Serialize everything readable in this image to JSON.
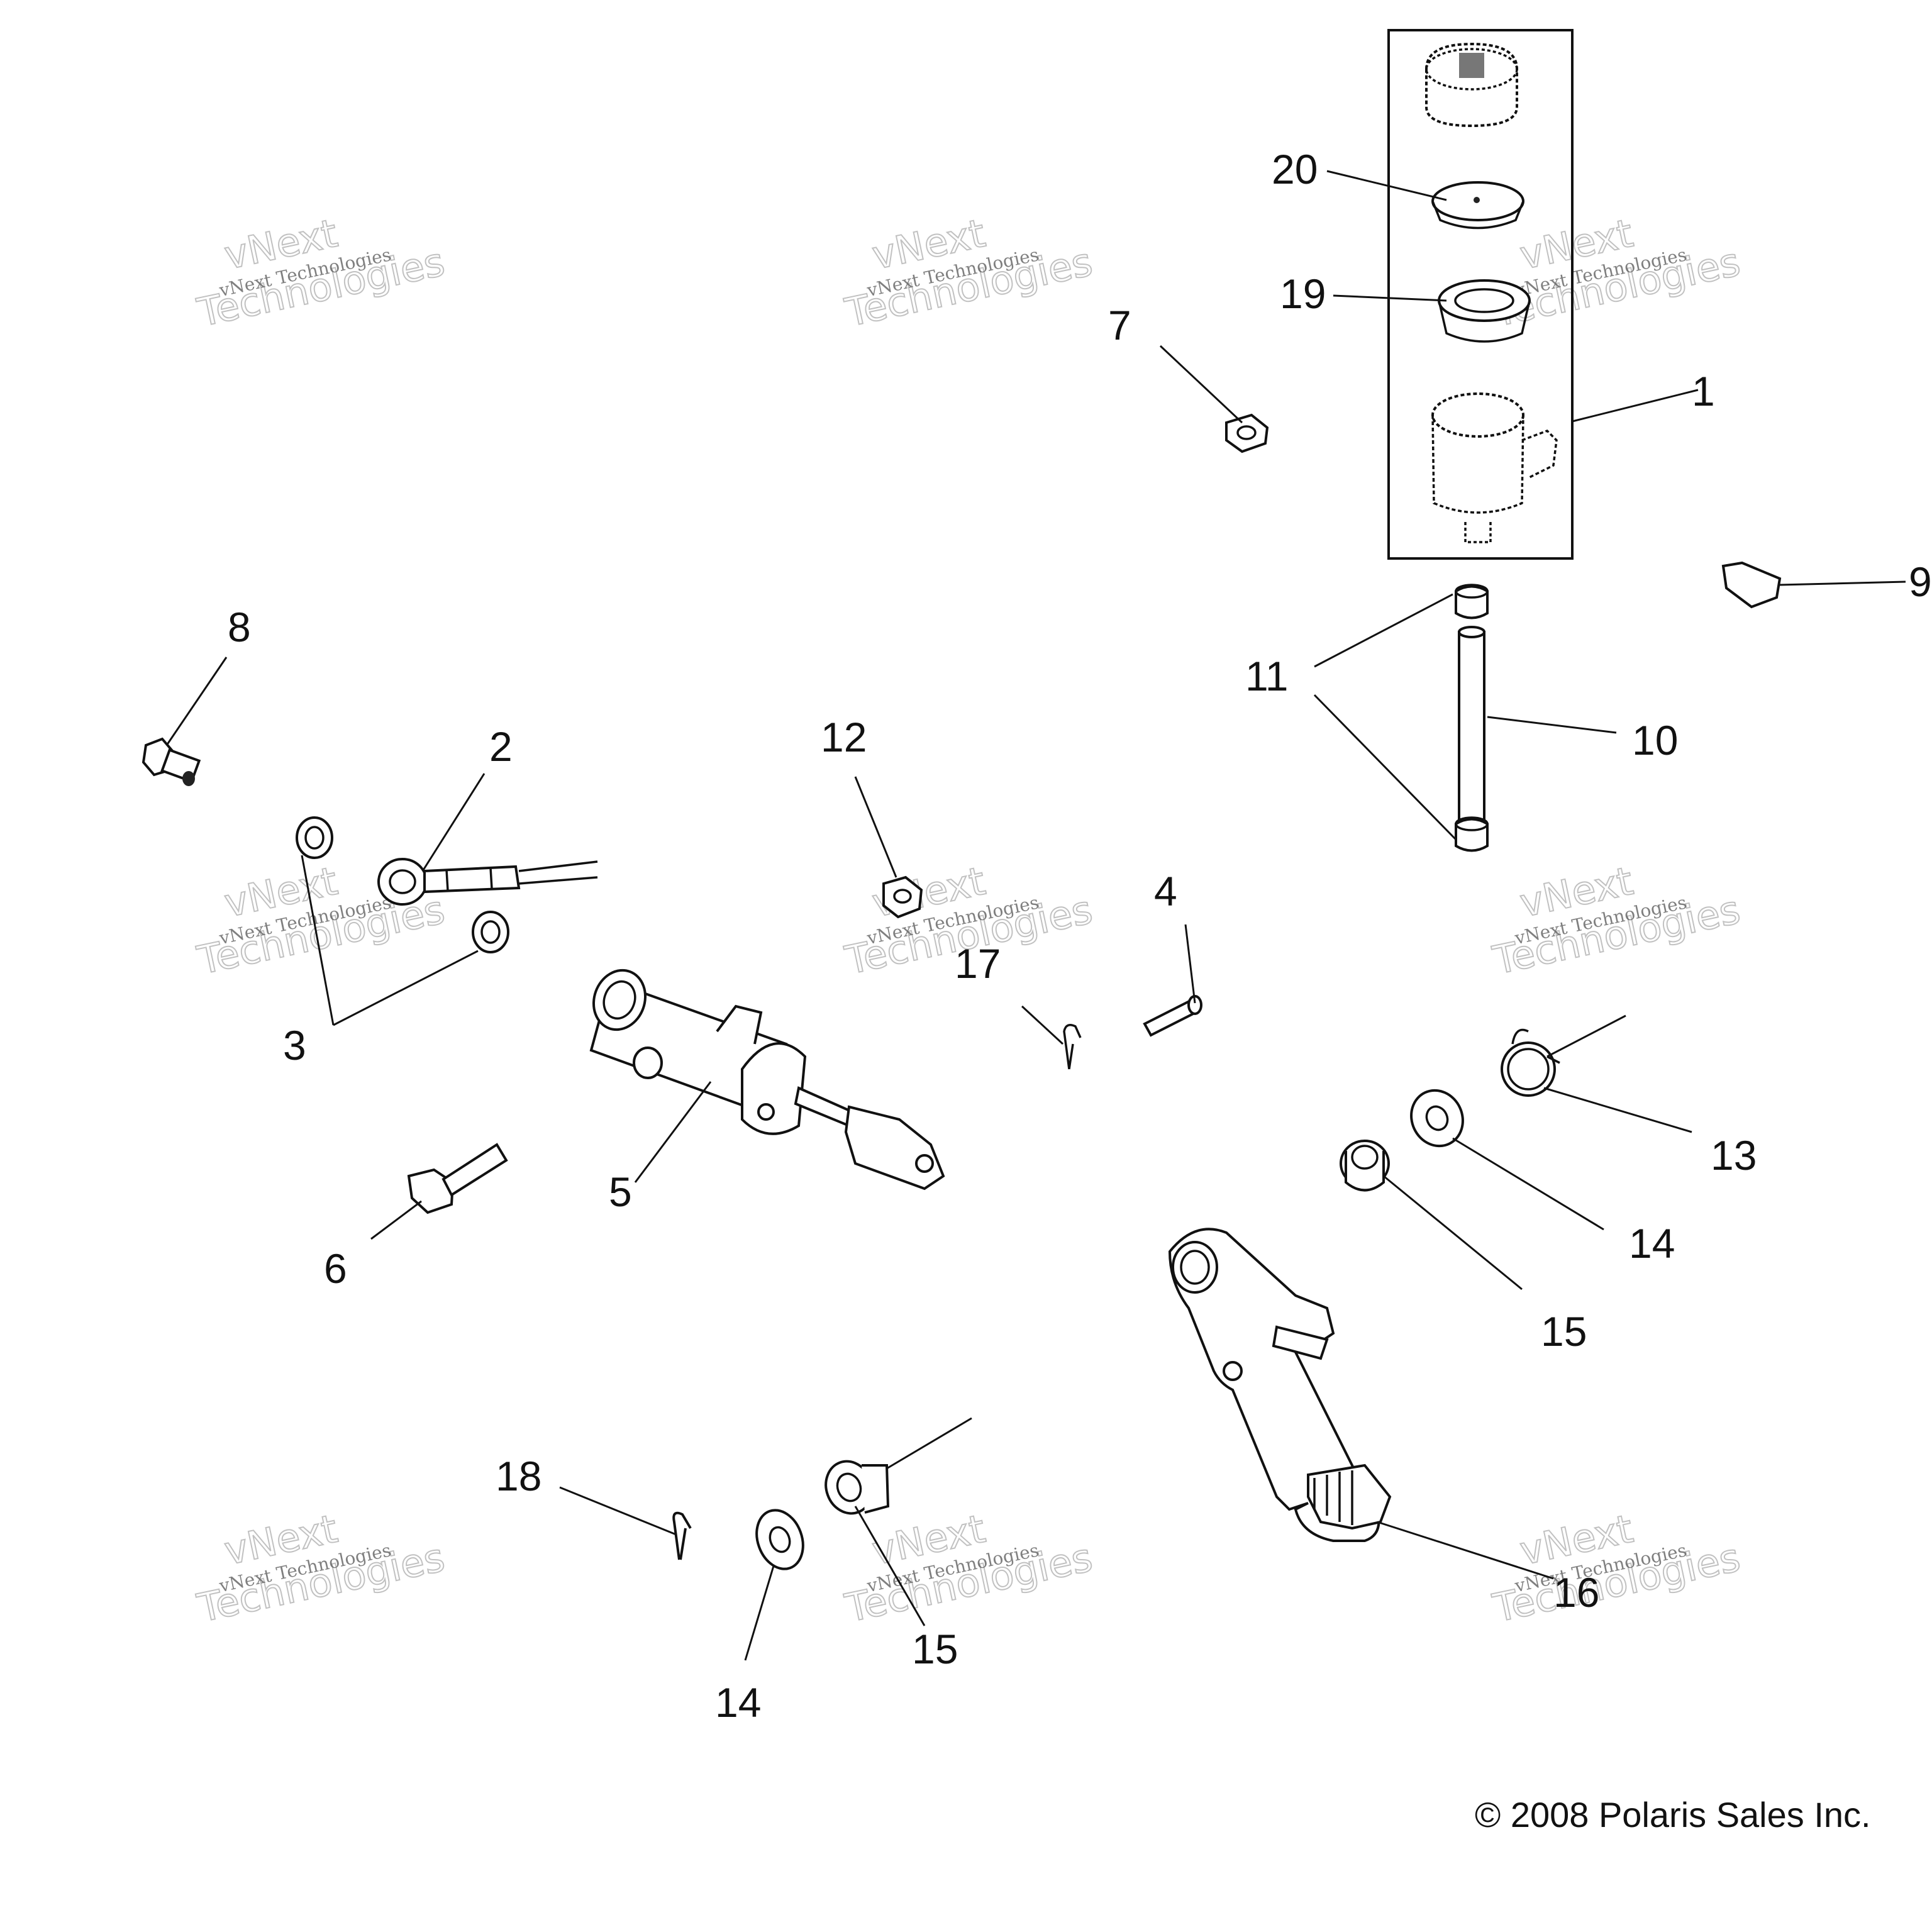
{
  "labels": {
    "l1": "1",
    "l2": "2",
    "l3": "3",
    "l4": "4",
    "l5": "5",
    "l6": "6",
    "l7": "7",
    "l8": "8",
    "l9": "9",
    "l10": "10",
    "l11": "11",
    "l12": "12",
    "l13": "13",
    "l14a": "14",
    "l14b": "14",
    "l15a": "15",
    "l15b": "15",
    "l16": "16",
    "l17": "17",
    "l18": "18",
    "l19": "19",
    "l20": "20"
  },
  "copyright": "© 2008 Polaris Sales Inc.",
  "watermark": {
    "line1": "vNext Technologies",
    "line2a": "vNext",
    "line2b": "Technologies"
  }
}
